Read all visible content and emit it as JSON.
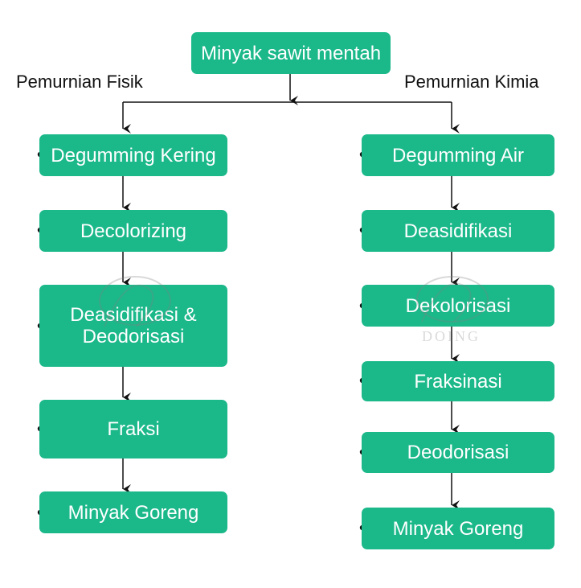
{
  "colors": {
    "box": "#1bb88a",
    "line": "#111111",
    "text_on_box": "#ffffff"
  },
  "root": {
    "label": "Minyak sawit mentah"
  },
  "left_branch": {
    "title": "Pemurnian Fisik",
    "steps": [
      {
        "label": "Degumming Kering"
      },
      {
        "label": "Decolorizing"
      },
      {
        "label_lines": [
          "Deasidifikasi &",
          "Deodorisasi"
        ]
      },
      {
        "label": "Fraksi"
      },
      {
        "label": "Minyak Goreng"
      }
    ]
  },
  "right_branch": {
    "title": "Pemurnian Kimia",
    "steps": [
      {
        "label": "Degumming Air"
      },
      {
        "label": "Deasidifikasi"
      },
      {
        "label": "Dekolorisasi"
      },
      {
        "label": "Fraksinasi"
      },
      {
        "label": "Deodorisasi"
      },
      {
        "label": "Minyak Goreng"
      }
    ]
  },
  "watermark": {
    "text": "DOING",
    "icon": "logo-watermark-icon"
  }
}
